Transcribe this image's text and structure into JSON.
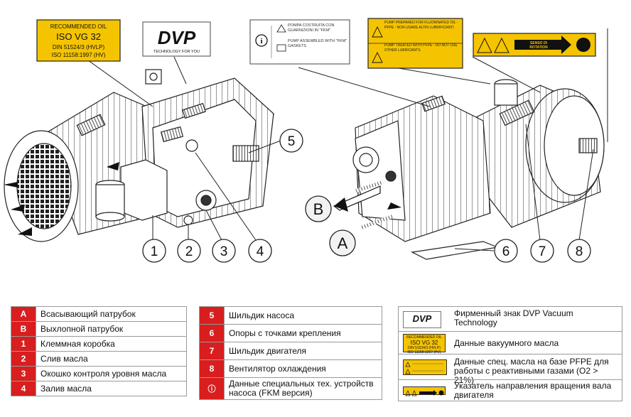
{
  "oil_label": {
    "line1": "RECOMMENDED OIL",
    "line2": "ISO VG 32",
    "line3": "DIN 51524/3 (HVLP)",
    "line4": "ISO 11158:1997 (HV)"
  },
  "brand": {
    "logo": "DVP",
    "tagline": "TECHNOLOGY FOR YOU"
  },
  "info_label": {
    "it": "POMPA COSTRUITA CON GUARNIZIONI IN \"FKM\"",
    "en": "PUMP ASSEMBLED WITH \"FKM\" GASKETS"
  },
  "pfpe_label": {
    "top": "PUMP PREPARED FOR FLUORINATED OIL - PFPE - NON USARE ALTRI LUBRIFICANTI",
    "bottom": "PUMP TREATED WITH PFPE - DO NOT USE OTHER LUBRICANTS"
  },
  "rotation_label": {
    "line1": "SENSO DI",
    "line2": "ROTATION"
  },
  "callouts": [
    "1",
    "2",
    "3",
    "4",
    "5",
    "6",
    "7",
    "8",
    "A",
    "B"
  ],
  "legend_left": [
    {
      "key": "A",
      "text": "Всасывающий патрубок"
    },
    {
      "key": "B",
      "text": "Выхлопной патрубок"
    },
    {
      "key": "1",
      "text": "Клеммная коробка"
    },
    {
      "key": "2",
      "text": "Слив масла"
    },
    {
      "key": "3",
      "text": "Окошко контроля уровня масла"
    },
    {
      "key": "4",
      "text": "Залив масла"
    }
  ],
  "legend_mid": [
    {
      "key": "5",
      "text": "Шильдик насоса"
    },
    {
      "key": "6",
      "text": "Опоры с точками крепления"
    },
    {
      "key": "7",
      "text": "Шильдик двигателя"
    },
    {
      "key": "8",
      "text": "Вентилятор охлаждения"
    },
    {
      "key": "ⓘ",
      "text": "Данные специальных тех. устройств насоса (FKM версия)"
    }
  ],
  "legend_right": [
    {
      "text": "Фирменный знак DVP Vacuum Technology"
    },
    {
      "text": "Данные вакуумного масла"
    },
    {
      "text": "Данные спец. масла на базе PFPE для работы с реактивными газами (O2 > 21%)"
    },
    {
      "text": "Указатель направления вращения вала двигателя"
    }
  ],
  "colors": {
    "accent_red": "#d81e1e",
    "label_yellow": "#f5c400"
  }
}
